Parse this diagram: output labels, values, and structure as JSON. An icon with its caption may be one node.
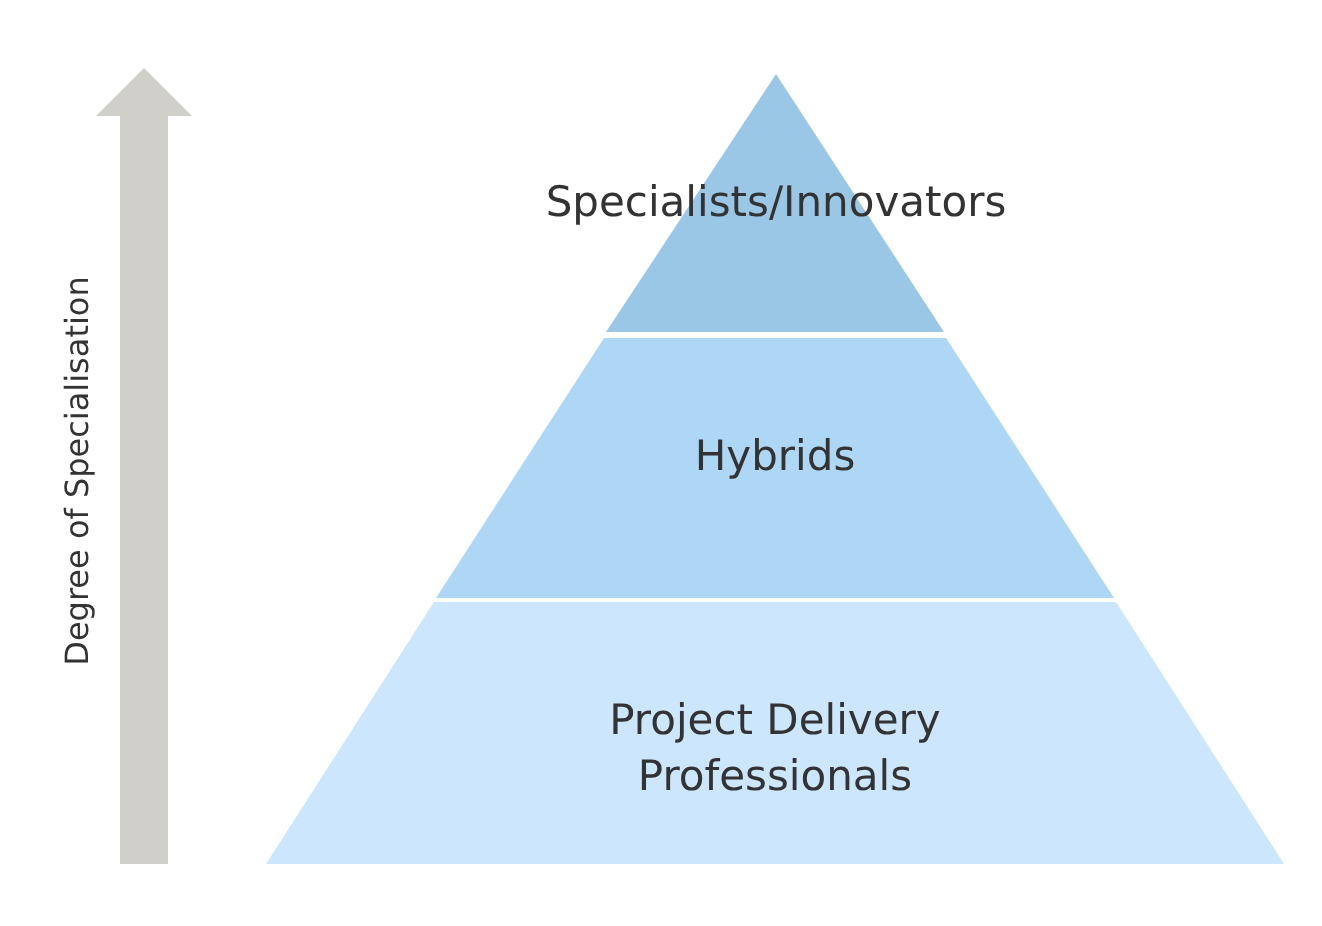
{
  "diagram": {
    "nodes": [
      {
        "text": [
          "Specialists/Innovators"
        ]
      },
      {
        "text": [
          "Hybrids"
        ]
      },
      {
        "text": [
          "Project Delivery Professionals"
        ]
      }
    ],
    "labels": [
      "Degree of Specialisation"
    ]
  }
}
